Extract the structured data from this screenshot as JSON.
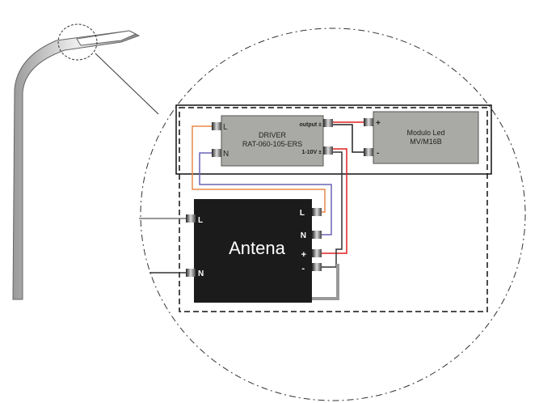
{
  "driver": {
    "title": "DRIVER",
    "model": "RAT-060-105-ERS",
    "pin_l": "L",
    "pin_n": "N",
    "output": "output ±",
    "dim": "1-10V ±"
  },
  "module": {
    "title": "Modulo Led",
    "model": "MV/M16B",
    "plus": "+",
    "minus": "-"
  },
  "antenna": {
    "title": "Antena",
    "in_l": "L",
    "in_n": "N",
    "out_l": "L",
    "out_n": "N",
    "plus": "+",
    "minus": "-"
  },
  "colors": {
    "orange": "#e8884a",
    "purple": "#6a63b5",
    "red": "#e02020",
    "box": "#a9a9a5",
    "antenna": "#1b1b1b"
  }
}
